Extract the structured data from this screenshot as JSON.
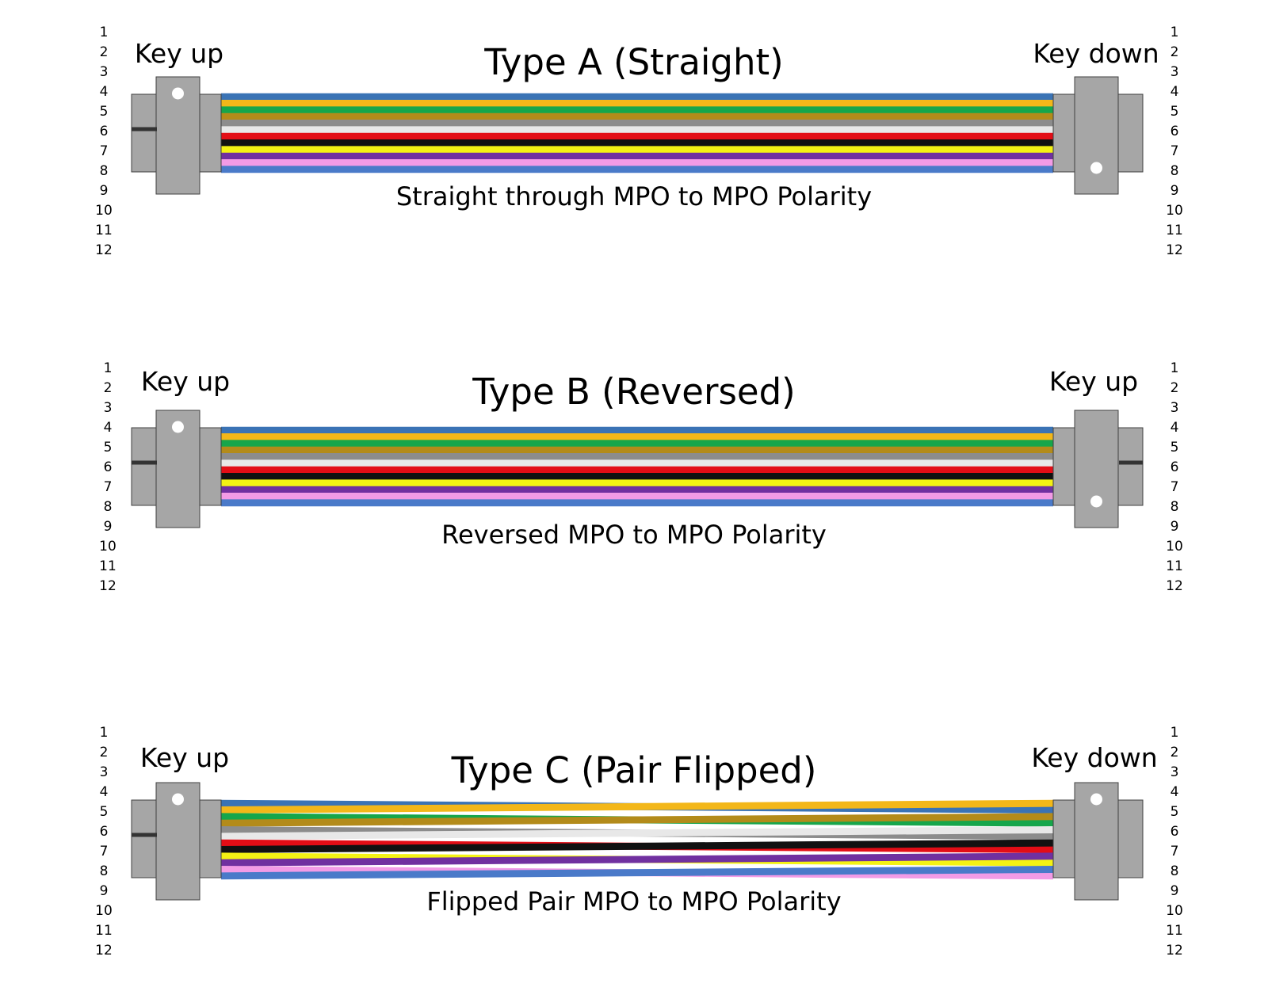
{
  "colors": {
    "connector_fill": "#a6a6a6",
    "connector_stroke": "#404040",
    "key_slot": "#333333",
    "key_dot": "#ffffff"
  },
  "fiber_colors": [
    {
      "name": "blue",
      "hex": "#3a73b5"
    },
    {
      "name": "orange",
      "hex": "#f3b719"
    },
    {
      "name": "green",
      "hex": "#16a64b"
    },
    {
      "name": "brown",
      "hex": "#b38b1a"
    },
    {
      "name": "slate",
      "hex": "#8c8c8c"
    },
    {
      "name": "white",
      "hex": "#e8e8e8"
    },
    {
      "name": "red",
      "hex": "#e30d16"
    },
    {
      "name": "black",
      "hex": "#111111"
    },
    {
      "name": "yellow",
      "hex": "#f4f214"
    },
    {
      "name": "violet",
      "hex": "#7030a0"
    },
    {
      "name": "rose",
      "hex": "#f29be6"
    },
    {
      "name": "aqua",
      "hex": "#4a7ac9"
    }
  ],
  "pin_numbers": [
    "1",
    "2",
    "3",
    "4",
    "5",
    "6",
    "7",
    "8",
    "9",
    "10",
    "11",
    "12"
  ],
  "diagrams": [
    {
      "title": "Type A (Straight)",
      "subtitle": "Straight through MPO to MPO Polarity",
      "left_key_label": "Key up",
      "right_key_label": "Key down",
      "left_key": "up",
      "right_key": "down",
      "left_slot": true,
      "right_slot": false,
      "mapping": [
        1,
        2,
        3,
        4,
        5,
        6,
        7,
        8,
        9,
        10,
        11,
        12
      ]
    },
    {
      "title": "Type B (Reversed)",
      "subtitle": "Reversed MPO to MPO Polarity",
      "left_key_label": "Key up",
      "right_key_label": "Key up",
      "left_key": "up",
      "right_key": "down",
      "left_slot": true,
      "right_slot": true,
      "mapping": [
        1,
        2,
        3,
        4,
        5,
        6,
        7,
        8,
        9,
        10,
        11,
        12
      ]
    },
    {
      "title": "Type C (Pair Flipped)",
      "subtitle": "Flipped Pair MPO to MPO Polarity",
      "left_key_label": "Key up",
      "right_key_label": "Key down",
      "left_key": "up",
      "right_key": "up",
      "left_slot": true,
      "right_slot": false,
      "mapping": [
        2,
        1,
        4,
        3,
        6,
        5,
        8,
        7,
        10,
        9,
        12,
        11
      ]
    }
  ]
}
